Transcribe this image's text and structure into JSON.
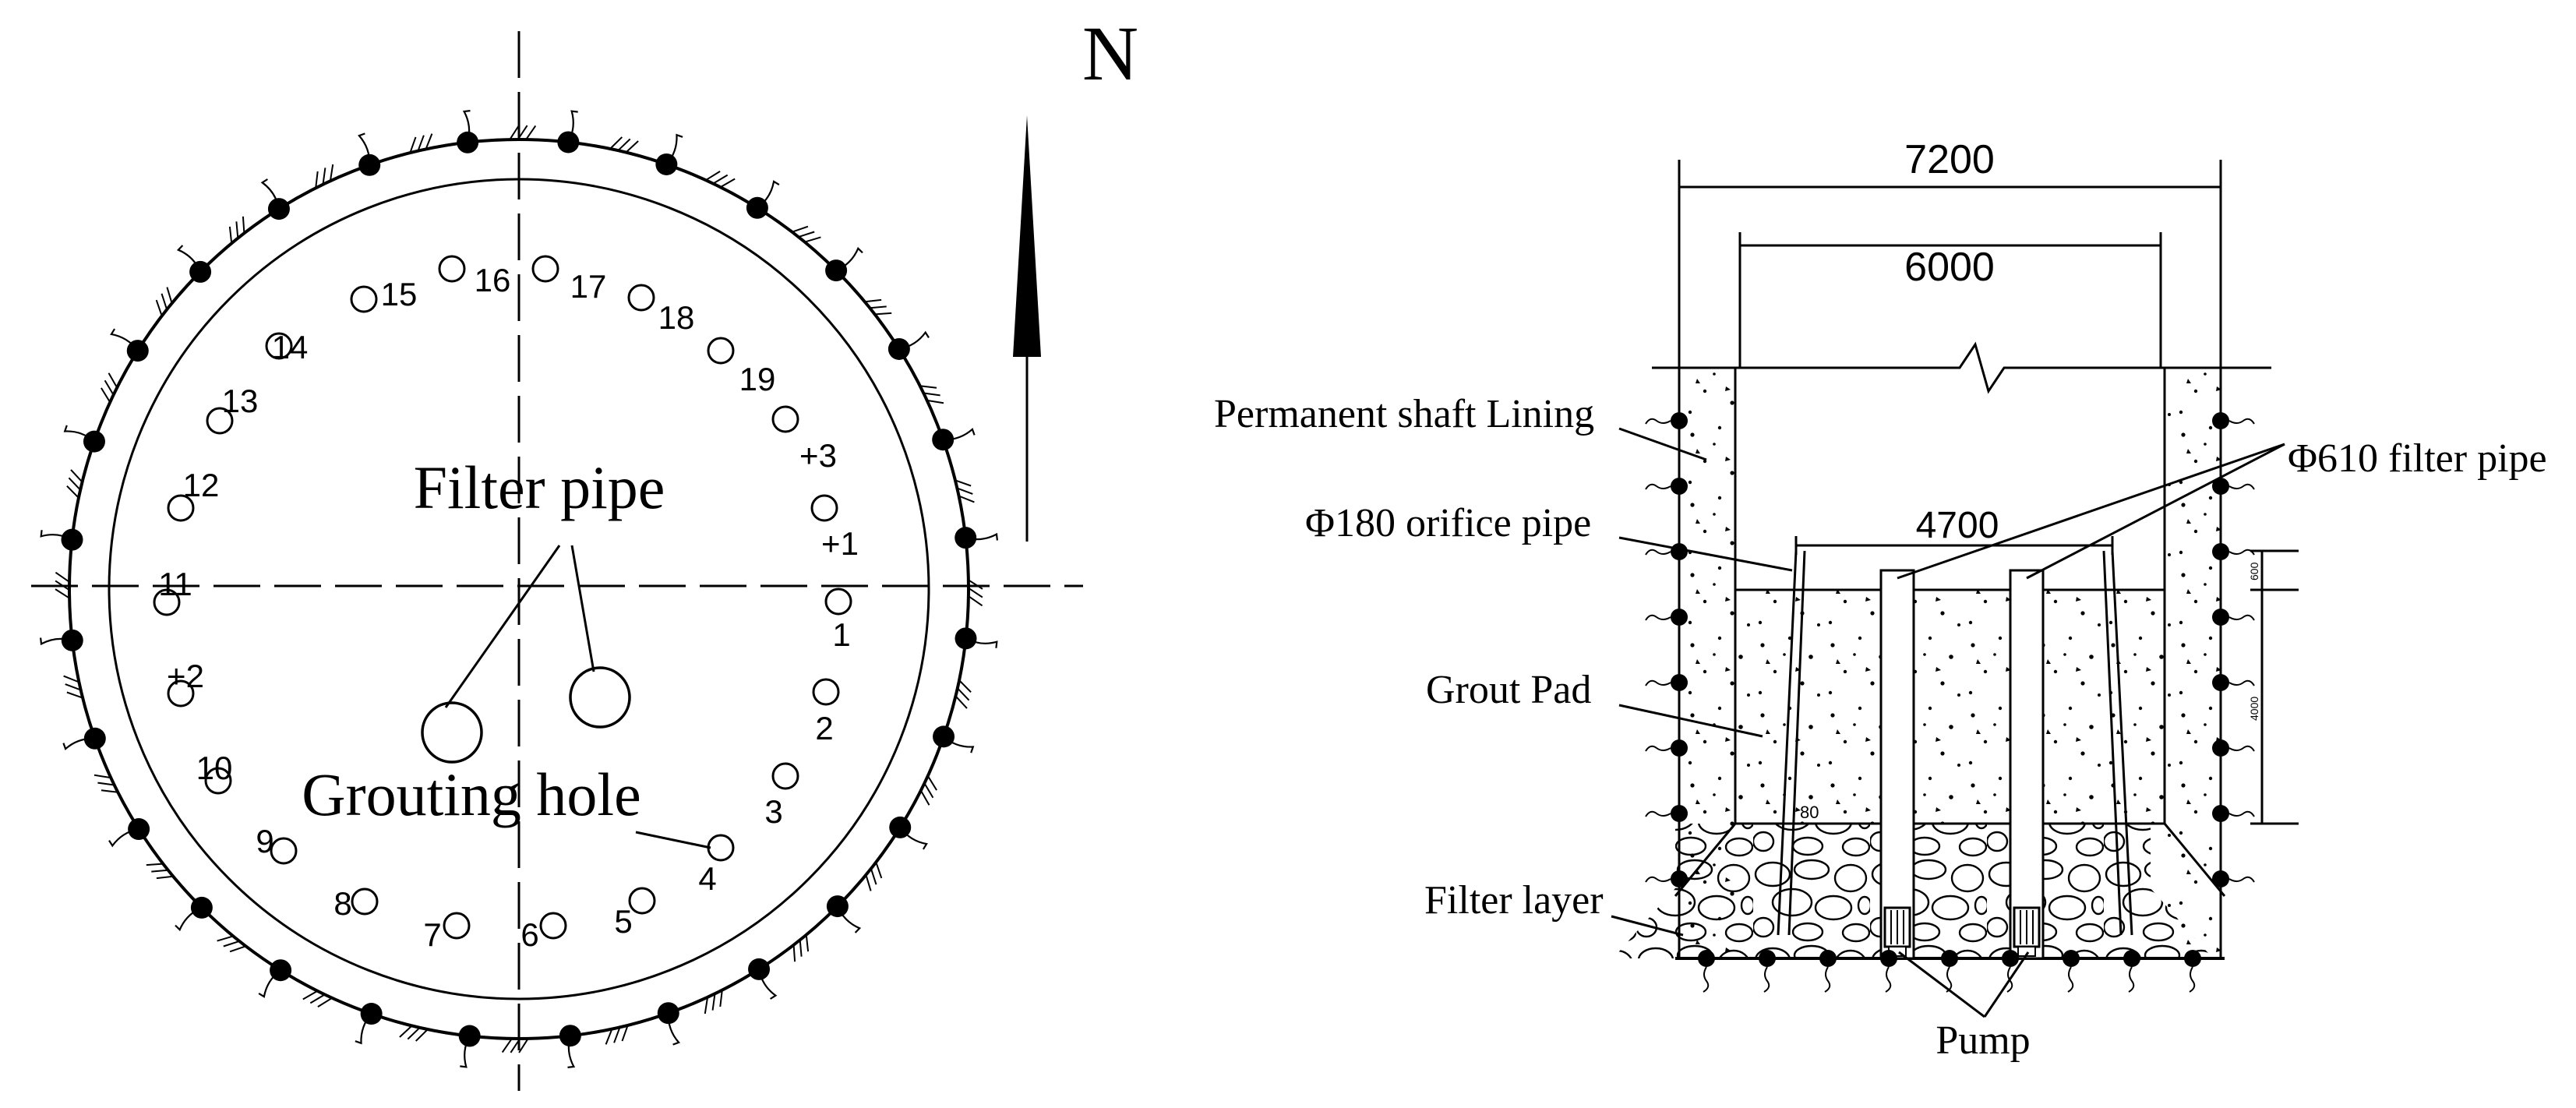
{
  "plan": {
    "north_label": "N",
    "filter_pipe_label": "Filter pipe",
    "grouting_hole_label": "Grouting hole",
    "hole_labels": [
      "16",
      "17",
      "18",
      "19",
      "+3",
      "+1",
      "1",
      "2",
      "3",
      "4",
      "5",
      "6",
      "7",
      "8",
      "9",
      "10",
      "+2",
      "11",
      "12",
      "13",
      "14",
      "15"
    ]
  },
  "section": {
    "dim_outer": "7200",
    "dim_inner": "6000",
    "dim_pad": "4700",
    "dim_small_top": "600",
    "dim_small_side": "4000",
    "dim_angle": "80",
    "labels": {
      "lining": "Permanent shaft Lining",
      "orifice": "Φ180 orifice pipe",
      "filter_pipe": "Φ610 filter pipe",
      "grout_pad": "Grout Pad",
      "filter_layer": "Filter layer",
      "pump": "Pump"
    }
  },
  "colors": {
    "ink": "#000000",
    "paper": "#ffffff"
  }
}
